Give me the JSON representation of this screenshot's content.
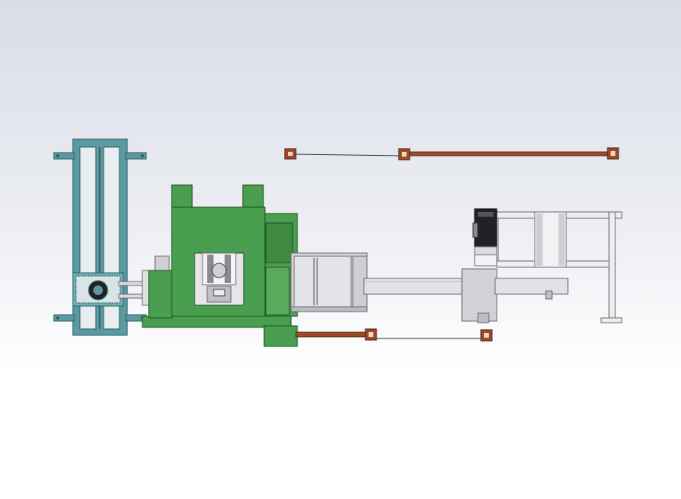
{
  "viewport": {
    "name": "cad-drawing-viewport",
    "background_top": "#d9dde6",
    "background_bottom": "#ffffff"
  },
  "colors": {
    "teal_frame": "#5a9aa0",
    "teal_outline": "#2e5f66",
    "green_body": "#4a9e4f",
    "green_outline": "#1f4f23",
    "rust_rail": "#9e4a2a",
    "rust_outline": "#4d1f0e",
    "steel_light": "#e4e4e6",
    "steel_mid": "#c8c8cc",
    "steel_outline": "#6a6a70",
    "motor_dark": "#222226"
  },
  "components": [
    "teal-vertical-feeder-frame",
    "green-press-housing",
    "gray-transfer-unit",
    "steel-conveyor-beam",
    "right-support-frame",
    "top-rust-guide-rail",
    "bottom-rust-guide-rail",
    "drive-motor-icon"
  ]
}
